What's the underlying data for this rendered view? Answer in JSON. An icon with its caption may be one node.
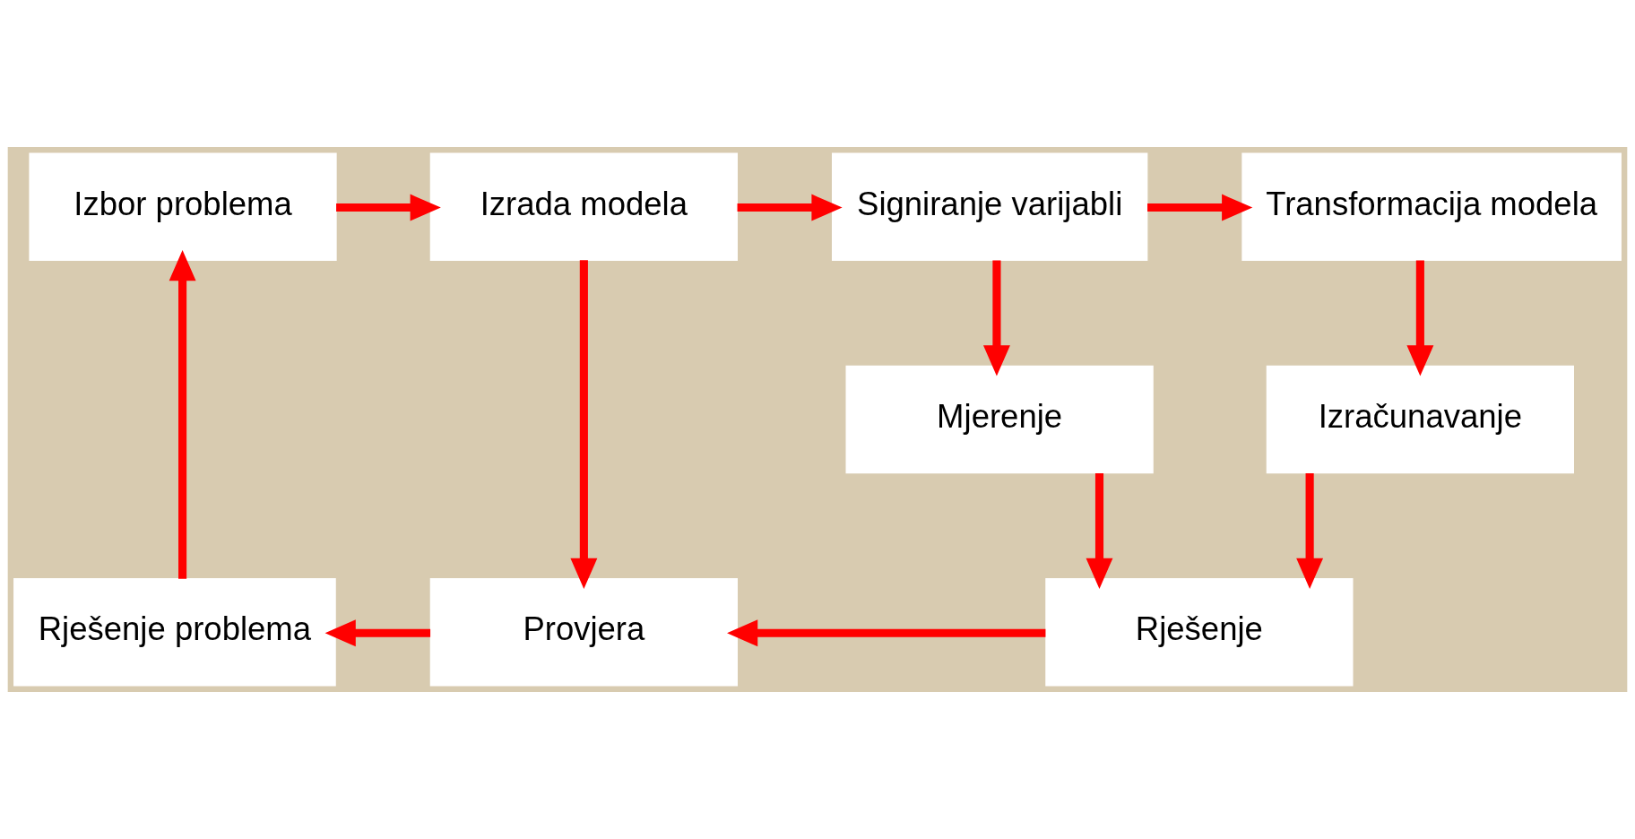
{
  "diagram": {
    "nodes": [
      {
        "text": [
          "Izbor problema"
        ]
      },
      {
        "text": [
          "Izrada modela"
        ]
      },
      {
        "text": [
          "Signiranje varijabli"
        ]
      },
      {
        "text": [
          "Transformacija modela"
        ]
      },
      {
        "text": [
          "Mjerenje"
        ]
      },
      {
        "text": [
          "Izračunavanje"
        ]
      },
      {
        "text": [
          "Rješenje problema"
        ]
      },
      {
        "text": [
          "Provjera"
        ]
      },
      {
        "text": [
          "Rješenje"
        ]
      }
    ],
    "edges": [
      {
        "from": 0,
        "to": 1,
        "arrow": "to"
      },
      {
        "from": 1,
        "to": 2,
        "arrow": "to"
      },
      {
        "from": 2,
        "to": 3,
        "arrow": "to"
      },
      {
        "from": 2,
        "to": 4,
        "arrow": "to"
      },
      {
        "from": 3,
        "to": 5,
        "arrow": "to"
      },
      {
        "from": 1,
        "to": 7,
        "arrow": "to"
      },
      {
        "from": 4,
        "to": 8,
        "arrow": "to"
      },
      {
        "from": 5,
        "to": 8,
        "arrow": "to"
      },
      {
        "from": 8,
        "to": 7,
        "arrow": "to"
      },
      {
        "from": 7,
        "to": 6,
        "arrow": "to"
      },
      {
        "from": 6,
        "to": 0,
        "arrow": "to"
      }
    ]
  }
}
